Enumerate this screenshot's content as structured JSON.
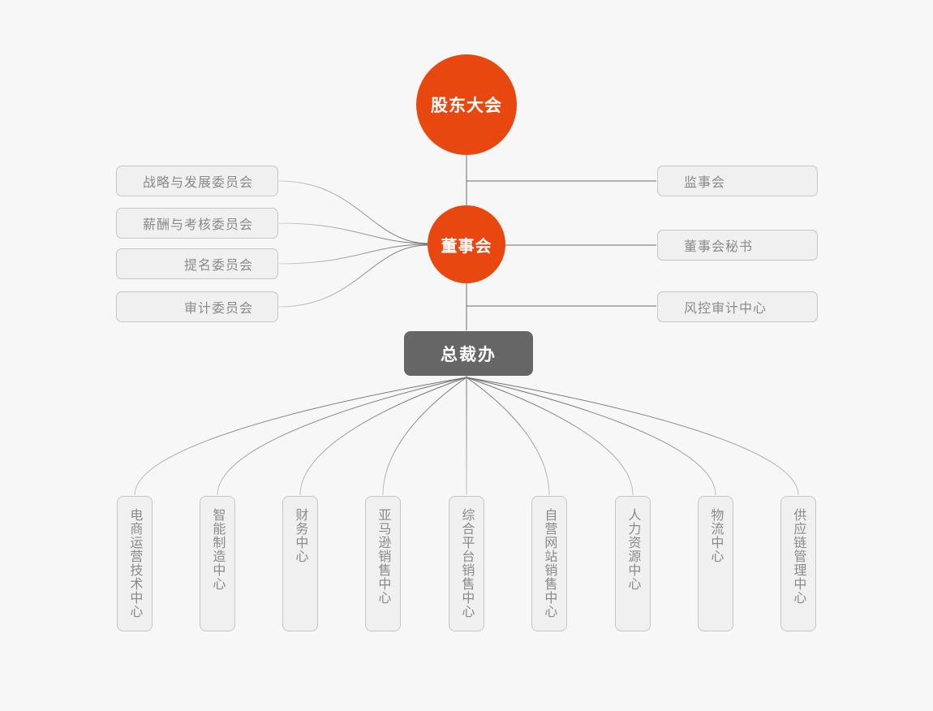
{
  "palette": {
    "accent": "#e8470f",
    "bg": "#f7f7f7",
    "box_fill": "#f0f0f0",
    "box_border": "#c6c6c6",
    "box_text": "#8a8a8a",
    "dark_box": "#666666",
    "line": "#6e6e6e"
  },
  "nodes": {
    "shareholders_meeting": {
      "label": "股东大会"
    },
    "board_of_directors": {
      "label": "董事会"
    },
    "presidents_office": {
      "label": "总裁办"
    }
  },
  "left_committees": [
    {
      "label": "战略与发展委员会"
    },
    {
      "label": "薪酬与考核委员会"
    },
    {
      "label": "提名委员会"
    },
    {
      "label": "审计委员会"
    }
  ],
  "right_units": [
    {
      "label": "监事会"
    },
    {
      "label": "董事会秘书"
    },
    {
      "label": "风控审计中心"
    }
  ],
  "bottom_centers": [
    {
      "label": "电商运营技术中心"
    },
    {
      "label": "智能制造中心"
    },
    {
      "label": "财务中心"
    },
    {
      "label": "亚马逊销售中心"
    },
    {
      "label": "综合平台销售中心"
    },
    {
      "label": "自营网站销售中心"
    },
    {
      "label": "人力资源中心"
    },
    {
      "label": "物流中心"
    },
    {
      "label": "供应链管理中心"
    }
  ]
}
